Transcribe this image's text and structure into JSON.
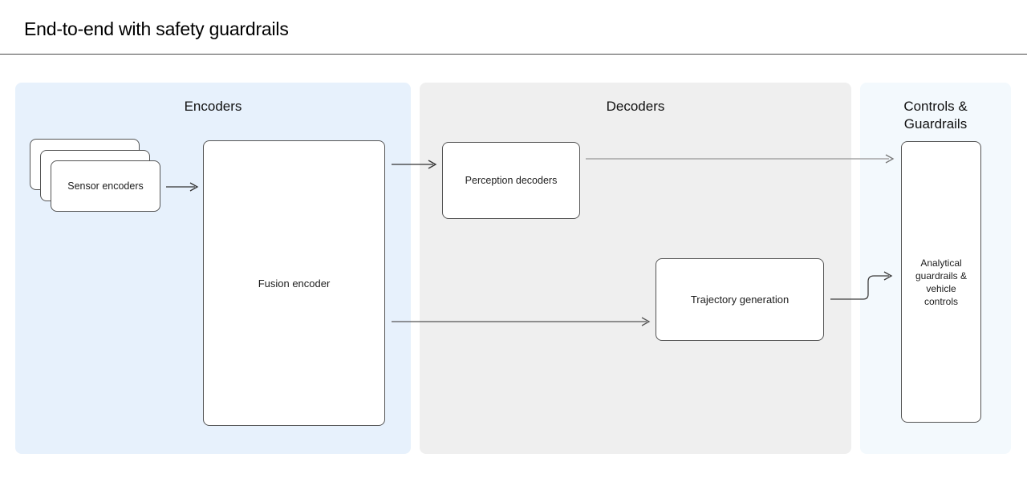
{
  "page": {
    "title": "End-to-end with safety guardrails"
  },
  "panels": {
    "encoders": {
      "label": "Encoders"
    },
    "decoders": {
      "label": "Decoders"
    },
    "controls": {
      "label": "Controls &\nGuardrails"
    }
  },
  "nodes": {
    "sensor_encoders": {
      "label": "Sensor encoders",
      "stacked_copies": 3
    },
    "fusion_encoder": {
      "label": "Fusion encoder"
    },
    "perception_decoders": {
      "label": "Perception decoders"
    },
    "trajectory_generation": {
      "label": "Trajectory generation"
    },
    "analytical_guardrails": {
      "label": "Analytical\nguardrails &\nvehicle\ncontrols"
    }
  },
  "edges": [
    {
      "from": "sensor-encoders",
      "to": "fusion-encoder",
      "style": "straight-arrow"
    },
    {
      "from": "fusion-encoder",
      "to": "perception-decoders",
      "style": "straight-arrow"
    },
    {
      "from": "fusion-encoder",
      "to": "trajectory-generation",
      "style": "straight-arrow"
    },
    {
      "from": "perception-decoders",
      "to": "analytical-guardrails",
      "style": "straight-arrow"
    },
    {
      "from": "trajectory-generation",
      "to": "analytical-guardrails",
      "style": "elbow-arrow"
    }
  ],
  "colors": {
    "encoders_panel_bg": "#e7f1fc",
    "decoders_panel_bg": "#efefef",
    "controls_panel_bg": "#f3f9fd",
    "node_bg": "#ffffff",
    "node_border": "#545454",
    "arrow_dark": "#333333",
    "arrow_medium": "#555555",
    "arrow_light": "#a6a6a6",
    "title_rule": "#4a4a4a"
  }
}
